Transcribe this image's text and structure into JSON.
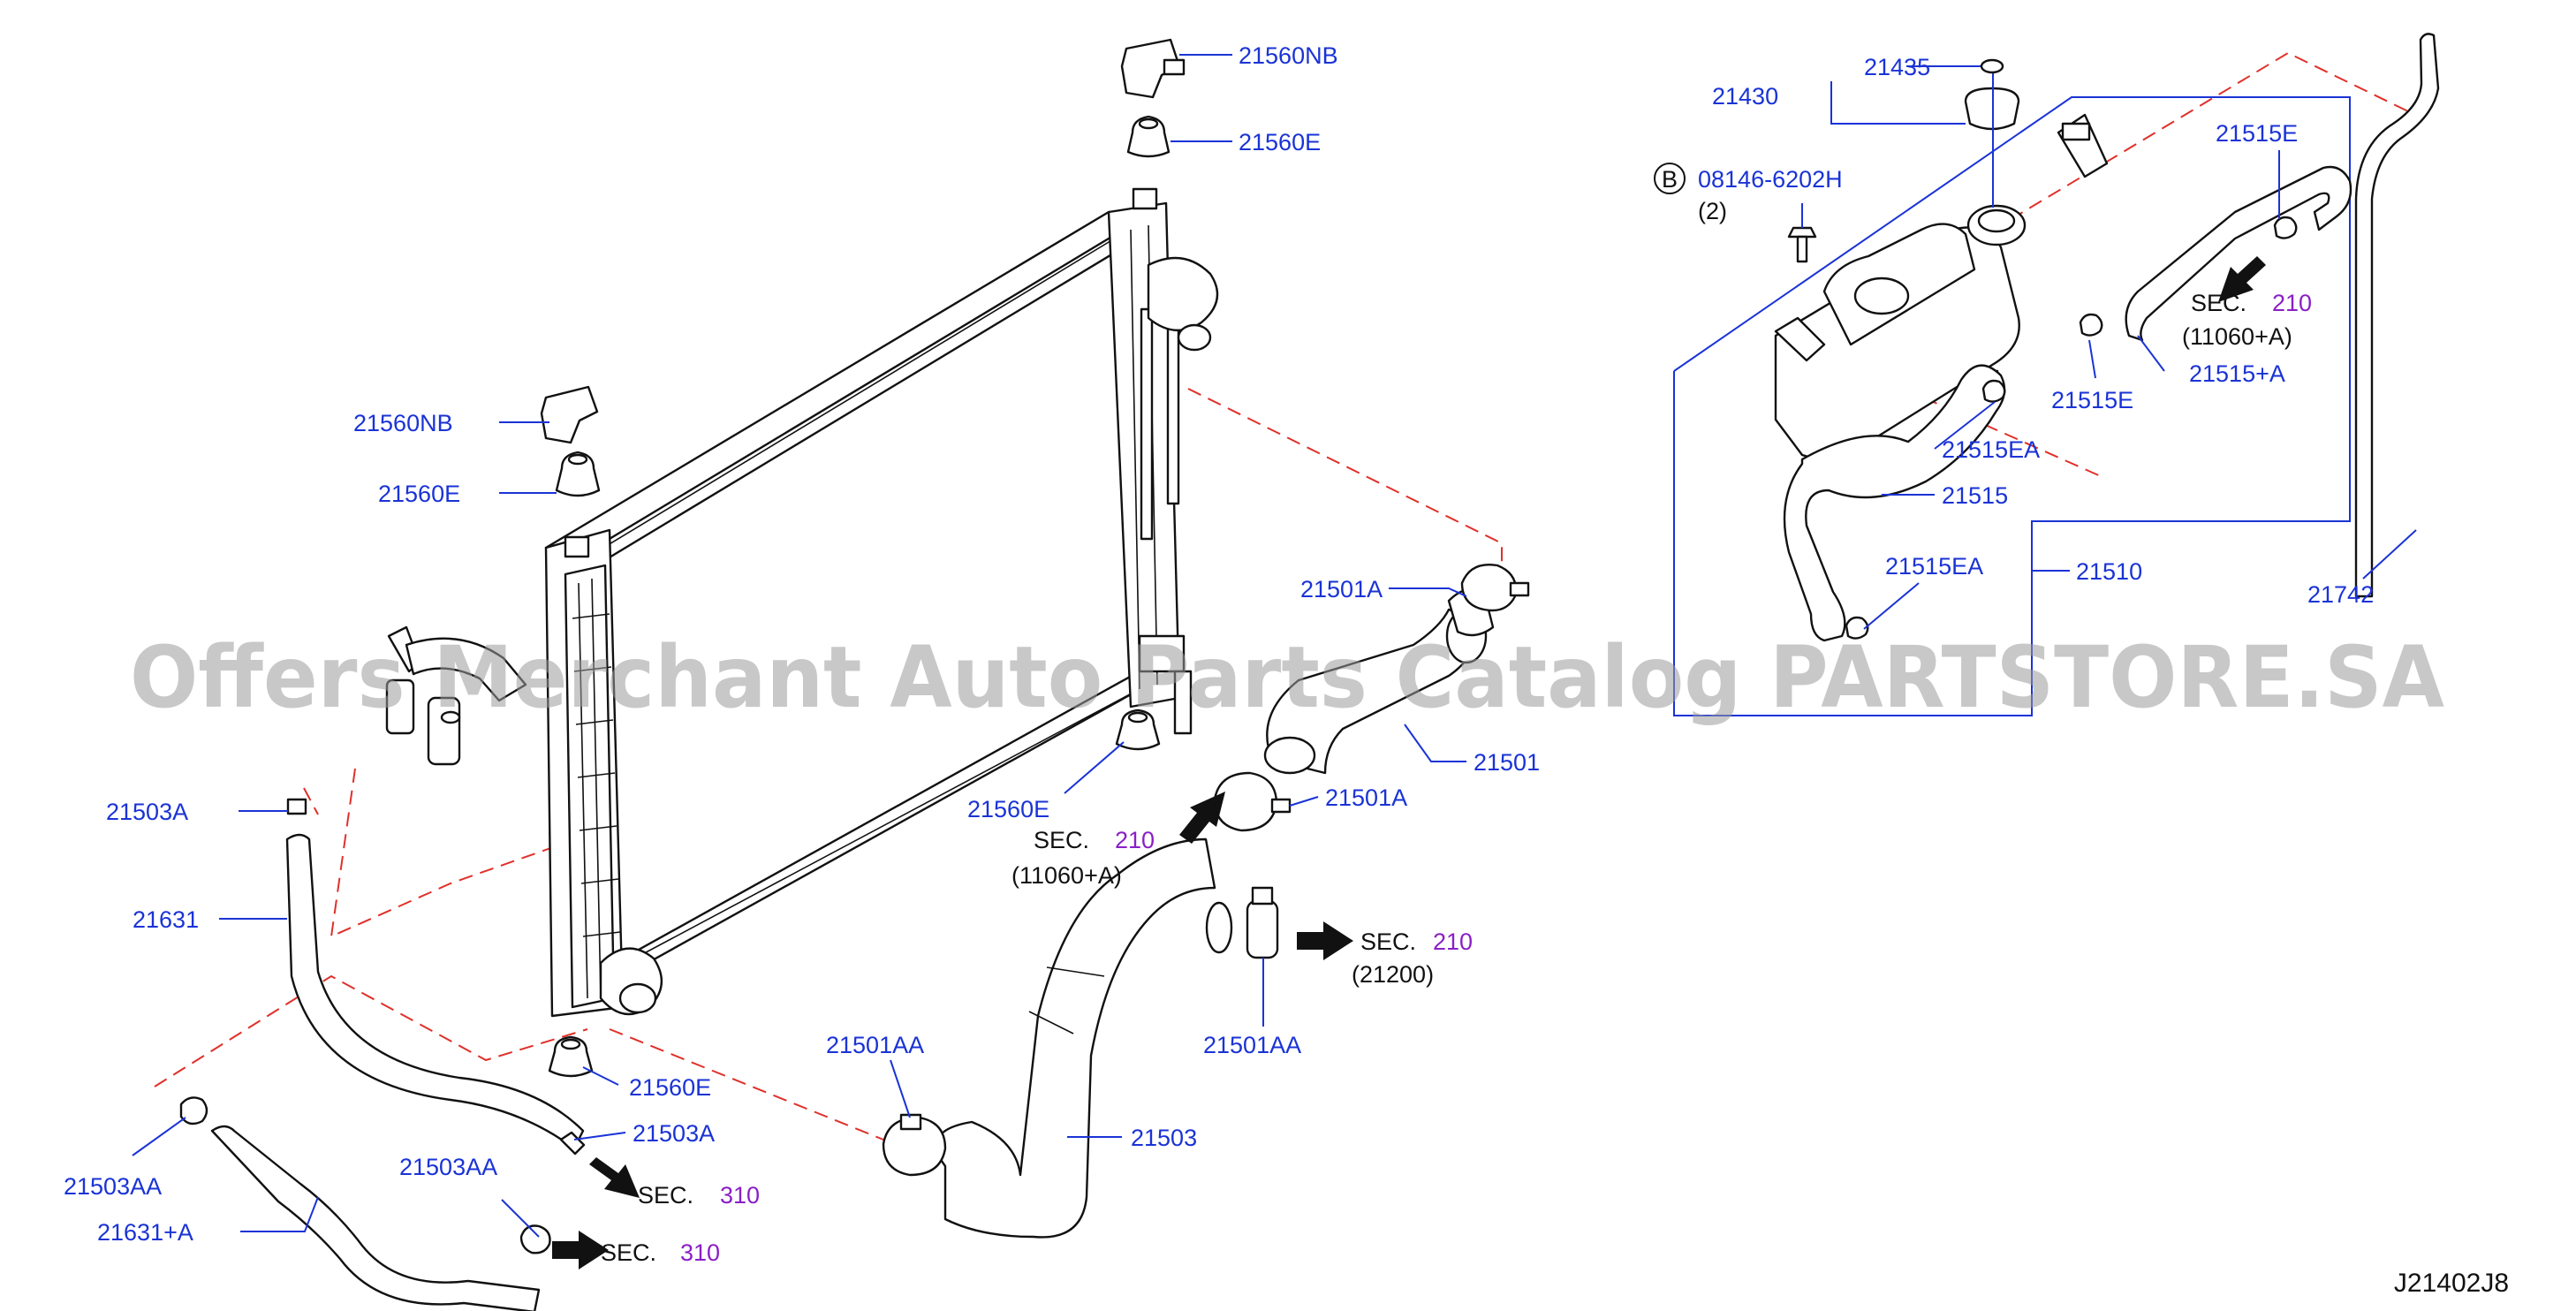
{
  "diagram_code": "J21402J8",
  "watermark": "Offers Merchant Auto Parts Catalog PARTSTORE.SA",
  "section_prefix": "SEC.",
  "labels": {
    "p21560NB_top": "21560NB",
    "p21560E_top": "21560E",
    "p21560NB_left": "21560NB",
    "p21560E_left": "21560E",
    "p21560E_mid": "21560E",
    "p21560E_bottom": "21560E",
    "p21501A_upper": "21501A",
    "p21501A_lower": "21501A",
    "p21501": "21501",
    "p21501AA_left": "21501AA",
    "p21501AA_right": "21501AA",
    "p21503": "21503",
    "p21503A_top": "21503A",
    "p21503A_bottom": "21503A",
    "p21503AA_left": "21503AA",
    "p21503AA_mid": "21503AA",
    "p21631": "21631",
    "p21631A": "21631+A",
    "p21430": "21430",
    "p21435": "21435",
    "bolt_code": "08146-6202H",
    "bolt_badge": "B",
    "bolt_qty": "(2)",
    "p21515E_top": "21515E",
    "p21515E_bottom": "21515E",
    "p21515A": "21515+A",
    "p21515EA_top": "21515EA",
    "p21515EA_bottom": "21515EA",
    "p21515": "21515",
    "p21510": "21510",
    "p21742": "21742"
  },
  "sections": {
    "sec_mid": {
      "num": "210",
      "sub": "(11060+A)"
    },
    "sec_right": {
      "num": "210",
      "sub": "(21200)"
    },
    "sec_tank": {
      "num": "210",
      "sub": "(11060+A)"
    },
    "sec_hose1": {
      "num": "310"
    },
    "sec_hose2": {
      "num": "310"
    }
  },
  "colors": {
    "label": "#1a33d6",
    "section_number": "#8a1fc6",
    "dashed_reference": "#e0302a",
    "part_outline": "#111111"
  }
}
